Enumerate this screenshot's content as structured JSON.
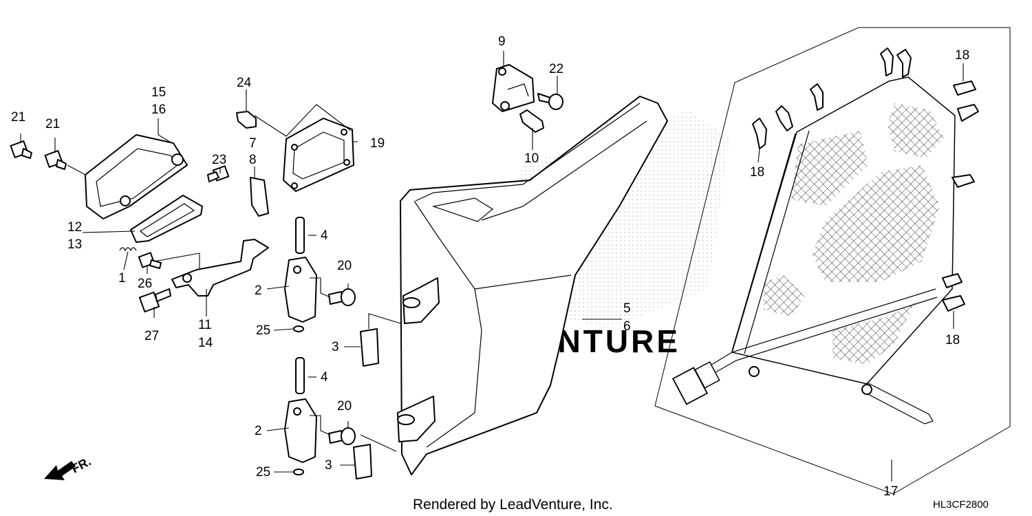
{
  "diagram": {
    "code": "HL3CF2800",
    "credit": "Rendered by LeadVenture, Inc.",
    "watermark": "LEADVENTURE",
    "direction_label": "FR.",
    "callouts": {
      "c1": "1",
      "c2a": "2",
      "c2b": "2",
      "c3a": "3",
      "c3b": "3",
      "c4a": "4",
      "c4b": "4",
      "c5": "5",
      "c6": "6",
      "c7": "7",
      "c8": "8",
      "c9": "9",
      "c10": "10",
      "c11": "11",
      "c12": "12",
      "c13": "13",
      "c14": "14",
      "c15": "15",
      "c16": "16",
      "c17": "17",
      "c18a": "18",
      "c18b": "18",
      "c18c": "18",
      "c19": "19",
      "c20a": "20",
      "c20b": "20",
      "c21a": "21",
      "c21b": "21",
      "c22": "22",
      "c23": "23",
      "c24": "24",
      "c25a": "25",
      "c25b": "25",
      "c26": "26",
      "c27": "27"
    }
  }
}
